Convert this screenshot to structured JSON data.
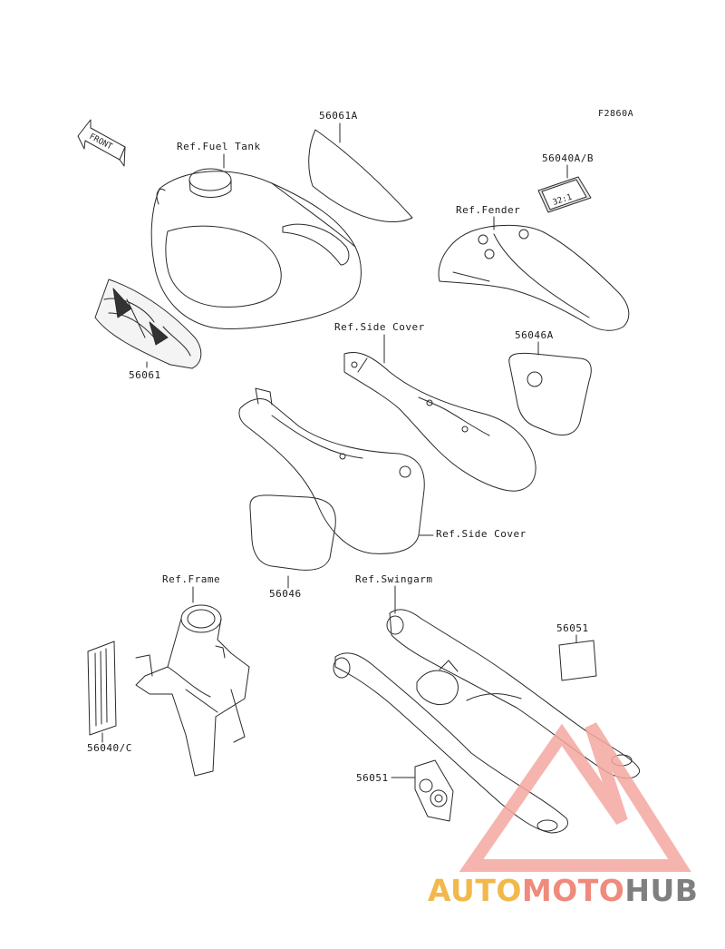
{
  "diagram": {
    "code": "F2860A",
    "front_label": "FRONT",
    "labels": {
      "ref_fuel_tank": "Ref.Fuel Tank",
      "p56061a": "56061A",
      "p56040ab": "56040A/B",
      "plate_text": "32:1",
      "ref_fender": "Ref.Fender",
      "p56061": "56061",
      "ref_side_cover_upper": "Ref.Side Cover",
      "p56046a": "56046A",
      "ref_side_cover_lower": "Ref.Side Cover",
      "p56046": "56046",
      "ref_frame": "Ref.Frame",
      "ref_swingarm": "Ref.Swingarm",
      "p56051_top": "56051",
      "p56040c": "56040/C",
      "p56051_bottom": "56051"
    }
  },
  "watermark": {
    "part1": "AUTO",
    "part2": "MOTO",
    "part3": "HUB",
    "color1": "#f2b84b",
    "color2": "#f08a7c",
    "color3": "#7f7f7f",
    "triangle_color": "#f3a7a0"
  }
}
